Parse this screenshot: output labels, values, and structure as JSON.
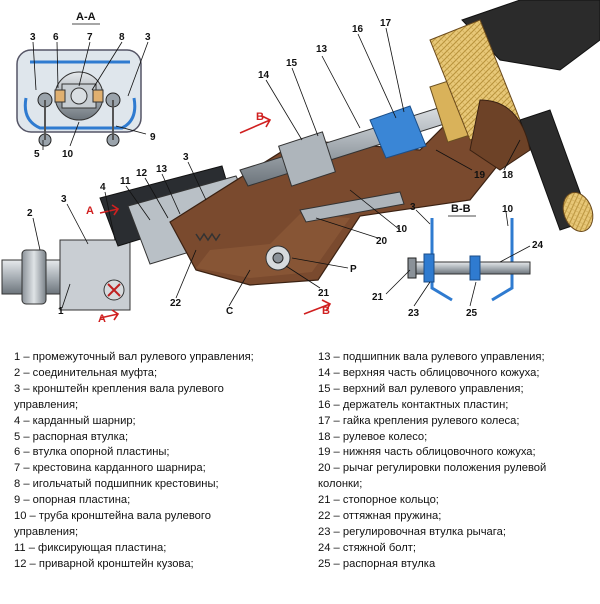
{
  "sections": {
    "a": "А-А",
    "b": "В-В"
  },
  "arrows": {
    "a_upper": "А",
    "a_lower": "А",
    "b_upper": "В",
    "b_lower": "В"
  },
  "callouts": {
    "n1": "1",
    "n2": "2",
    "n3a": "3",
    "n3b": "3",
    "n3c": "3",
    "n3d": "3",
    "n3e": "3",
    "n4": "4",
    "n5": "5",
    "n6": "6",
    "n7": "7",
    "n8": "8",
    "n9": "9",
    "n10a": "10",
    "n10b": "10",
    "n10c": "10",
    "n11": "11",
    "n12": "12",
    "n13a": "13",
    "n13b": "13",
    "n14": "14",
    "n15": "15",
    "n16": "16",
    "n17": "17",
    "n18": "18",
    "n19": "19",
    "n20": "20",
    "n21a": "21",
    "n21b": "21",
    "n22": "22",
    "n23": "23",
    "n24": "24",
    "n25": "25",
    "p": "Р",
    "c": "С"
  },
  "legend": {
    "left": [
      "1 – промежуточный вал рулевого управления;",
      "2 – соединительная муфта;",
      "3 – кронштейн крепления вала рулевого\nуправления;",
      "4 – карданный шарнир;",
      "5 – распорная втулка;",
      "6 – втулка опорной пластины;",
      "7 – крестовина карданного шарнира;",
      "8 – игольчатый подшипник крестовины;",
      "9 – опорная пластина;",
      "10 – труба кронштейна вала рулевого\nуправления;",
      "11 – фиксирующая пластина;",
      "12 – приварной кронштейн кузова;"
    ],
    "right": [
      "13 – подшипник вала рулевого управления;",
      "14 – верхняя часть облицовочного кожуха;",
      "15 – верхний вал рулевого управления;",
      "16 – держатель контактных пластин;",
      "17 – гайка крепления рулевого колеса;",
      "18 – рулевое колесо;",
      "19 – нижняя часть облицовочного кожуха;",
      "20 – рычаг регулировки положения рулевой\nколонки;",
      "21 – стопорное кольцо;",
      "22 – оттяжная пружина;",
      "23 – регулировочная втулка рычага;",
      "24 – стяжной болт;",
      "25 – распорная втулка"
    ]
  }
}
